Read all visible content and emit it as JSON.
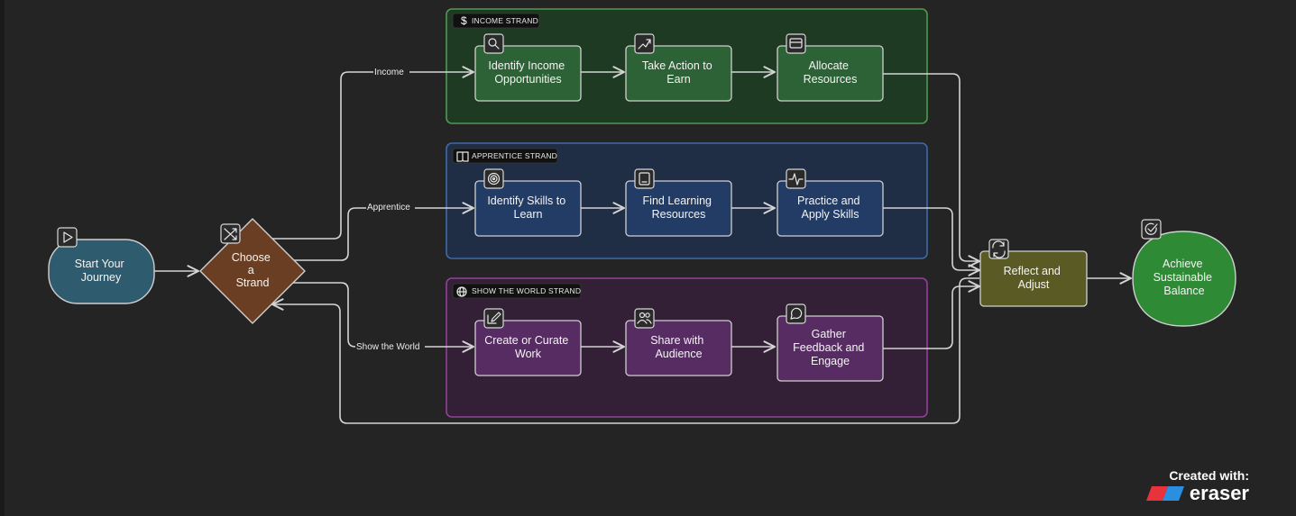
{
  "groups": [
    {
      "id": "income",
      "label": "INCOME STRAND",
      "icon": "dollar-icon",
      "fill": "#1f3a22",
      "stroke": "#4f9a52"
    },
    {
      "id": "apprentice",
      "label": "APPRENTICE STRAND",
      "icon": "book-icon",
      "fill": "#1f2d45",
      "stroke": "#3f6aa6"
    },
    {
      "id": "world",
      "label": "SHOW THE WORLD STRAND",
      "icon": "globe-icon",
      "fill": "#331f36",
      "stroke": "#94409a"
    }
  ],
  "nodes": {
    "start": {
      "lines": [
        "Start Your",
        "Journey"
      ],
      "icon": "play-icon",
      "color": "#2f5b6e"
    },
    "choose": {
      "lines": [
        "Choose",
        "a",
        "Strand"
      ],
      "icon": "shuffle-icon",
      "color": "#6a3e22"
    },
    "income_1": {
      "lines": [
        "Identify Income",
        "Opportunities"
      ],
      "icon": "search-icon",
      "color": "#2c6235"
    },
    "income_2": {
      "lines": [
        "Take Action to",
        "Earn"
      ],
      "icon": "trending-up-icon",
      "color": "#2c6235"
    },
    "income_3": {
      "lines": [
        "Allocate",
        "Resources"
      ],
      "icon": "credit-card-icon",
      "color": "#2c6235"
    },
    "apprentice_1": {
      "lines": [
        "Identify Skills to",
        "Learn"
      ],
      "icon": "target-icon",
      "color": "#223c66"
    },
    "apprentice_2": {
      "lines": [
        "Find Learning",
        "Resources"
      ],
      "icon": "tablet-icon",
      "color": "#223c66"
    },
    "apprentice_3": {
      "lines": [
        "Practice and",
        "Apply Skills"
      ],
      "icon": "activity-icon",
      "color": "#223c66"
    },
    "world_1": {
      "lines": [
        "Create or Curate",
        "Work"
      ],
      "icon": "edit-icon",
      "color": "#562c63"
    },
    "world_2": {
      "lines": [
        "Share with",
        "Audience"
      ],
      "icon": "users-icon",
      "color": "#562c63"
    },
    "world_3": {
      "lines": [
        "Gather",
        "Feedback and",
        "Engage"
      ],
      "icon": "message-circle-icon",
      "color": "#562c63"
    },
    "reflect": {
      "lines": [
        "Reflect and",
        "Adjust"
      ],
      "icon": "refresh-icon",
      "color": "#5a5b24"
    },
    "achieve": {
      "lines": [
        "Achieve",
        "Sustainable",
        "Balance"
      ],
      "icon": "check-circle-icon",
      "color": "#2f8a35"
    }
  },
  "edge_labels": {
    "income": "Income",
    "apprentice": "Apprentice",
    "world": "Show the World"
  },
  "brand": {
    "created_with": "Created with:",
    "name": "eraser",
    "colors": [
      "#e8323c",
      "#2a8fe0"
    ]
  }
}
